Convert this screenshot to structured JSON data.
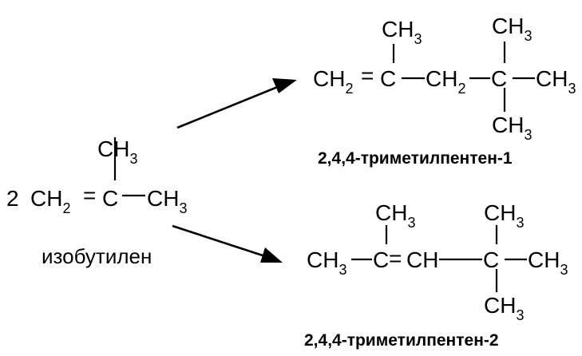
{
  "reactant": {
    "coefficient": "2",
    "ch2": "CH",
    "ch2_sub": "2",
    "double_bond": "=",
    "carbon": "C",
    "ch3": "CH",
    "ch3_sub": "3",
    "top_ch3": "CH",
    "top_ch3_sub": "3",
    "name": "изобутилен"
  },
  "product_1": {
    "ch2": "CH",
    "ch2_sub": "2",
    "double_bond": "=",
    "c2": "C",
    "c2_top": "CH",
    "c2_top_sub": "3",
    "ch2_mid": "CH",
    "ch2_mid_sub": "2",
    "c4": "C",
    "c4_top": "CH",
    "c4_top_sub": "3",
    "c4_right": "CH",
    "c4_right_sub": "3",
    "c4_bottom": "CH",
    "c4_bottom_sub": "3",
    "name": "2,4,4-триметилпентен-1"
  },
  "product_2": {
    "ch3_left": "CH",
    "ch3_left_sub": "3",
    "c2": "C",
    "double_bond": "=",
    "c2_top": "CH",
    "c2_top_sub": "3",
    "ch_mid": "CH",
    "c4": "C",
    "c4_top": "CH",
    "c4_top_sub": "3",
    "c4_right": "CH",
    "c4_right_sub": "3",
    "c4_bottom": "CH",
    "c4_bottom_sub": "3",
    "name": "2,4,4-триметилпентен-2"
  }
}
